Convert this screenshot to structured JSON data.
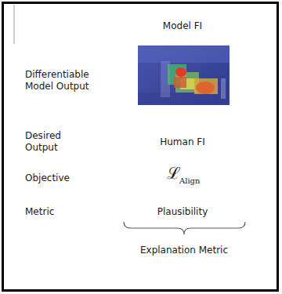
{
  "diagram": {
    "labels": [
      "Model FI",
      "Differentiable Model Output",
      "Desired Output",
      "Human FI",
      "Objective",
      "ℒ",
      "Align",
      "Metric",
      "Plausibility",
      "Explanation Metric"
    ]
  }
}
